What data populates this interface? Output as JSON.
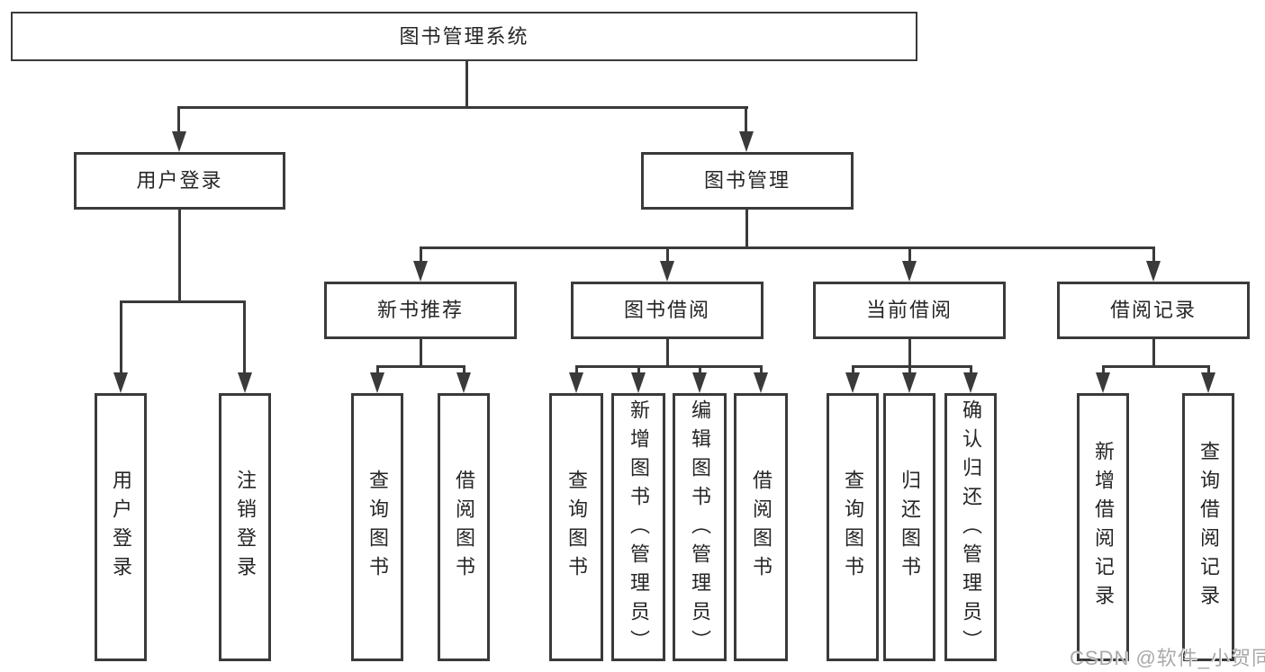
{
  "diagram": {
    "root": {
      "label": "图书管理系统"
    },
    "level2": [
      {
        "label": "用户登录"
      },
      {
        "label": "图书管理"
      }
    ],
    "level3": [
      {
        "label": "新书推荐"
      },
      {
        "label": "图书借阅"
      },
      {
        "label": "当前借阅"
      },
      {
        "label": "借阅记录"
      }
    ],
    "leaves": {
      "user_login": [
        "用户登录",
        "注销登录"
      ],
      "new_books": [
        "查询图书",
        "借阅图书"
      ],
      "book_borrow": [
        "查询图书",
        "新增图书（管理员）",
        "编辑图书（管理员）",
        "借阅图书"
      ],
      "current_borrow": [
        "查询图书",
        "归还图书",
        "确认归还（管理员）"
      ],
      "borrow_records": [
        "新增借阅记录",
        "查询借阅记录"
      ]
    }
  },
  "watermark": "CSDN @软件_小贺同学",
  "colors": {
    "line": "#3a3a3a",
    "text": "#262626",
    "box_background": "#ffffff",
    "page_background": "#ffffff",
    "watermark": "#a9a9a9"
  }
}
